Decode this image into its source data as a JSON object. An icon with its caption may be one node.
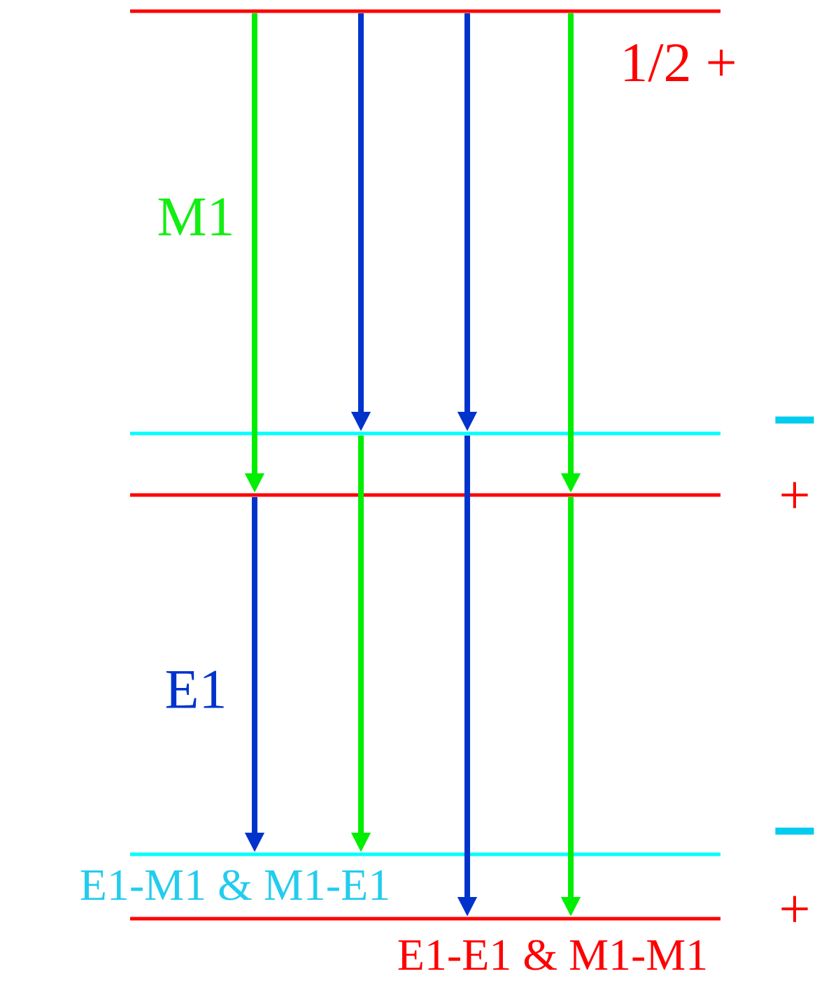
{
  "diagram": {
    "nodes": [
      {
        "text": [],
        "shape": "bar",
        "beside": [
          "1/2 +"
        ]
      },
      {
        "text": [],
        "shape": "bar",
        "beside": [
          "−"
        ]
      },
      {
        "text": [],
        "shape": "bar",
        "beside": [
          "+"
        ]
      },
      {
        "text": [],
        "shape": "bar",
        "beside": [
          "−"
        ]
      },
      {
        "text": [],
        "shape": "bar",
        "beside": [
          "+"
        ]
      }
    ],
    "edges": [
      {
        "from": 0,
        "to": 2,
        "arrow": "to",
        "color": "#00ee00"
      },
      {
        "from": 2,
        "to": 3,
        "arrow": "to",
        "color": "#0033cc"
      },
      {
        "from": 0,
        "to": 1,
        "arrow": "to",
        "color": "#0033cc"
      },
      {
        "from": 1,
        "to": 3,
        "arrow": "to",
        "color": "#00ee00"
      },
      {
        "from": 0,
        "to": 1,
        "arrow": "to",
        "color": "#0033cc"
      },
      {
        "from": 1,
        "to": 4,
        "arrow": "to",
        "color": "#0033cc"
      },
      {
        "from": 0,
        "to": 2,
        "arrow": "to",
        "color": "#00ee00"
      },
      {
        "from": 2,
        "to": 4,
        "arrow": "to",
        "color": "#00ee00"
      }
    ],
    "labels": [
      "M1",
      "E1",
      "E1-M1 & M1-E1",
      "E1-E1 & M1-M1"
    ]
  }
}
